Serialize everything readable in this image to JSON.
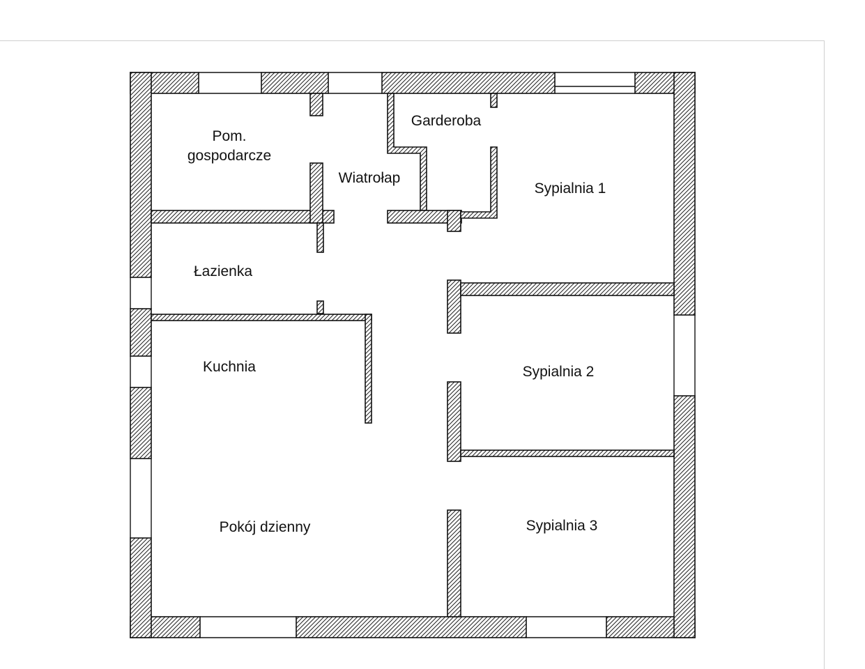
{
  "rooms": {
    "utility_line1": "Pom.",
    "utility_line2": "gospodarcze",
    "vestibule": "Wiatrołap",
    "wardrobe": "Garderoba",
    "bedroom1": "Sypialnia 1",
    "bathroom": "Łazienka",
    "kitchen": "Kuchnia",
    "bedroom2": "Sypialnia 2",
    "living_room": "Pokój dzienny",
    "bedroom3": "Sypialnia 3"
  },
  "colors": {
    "wall_outline": "#111111",
    "hatch": "#222222",
    "background": "#ffffff"
  }
}
